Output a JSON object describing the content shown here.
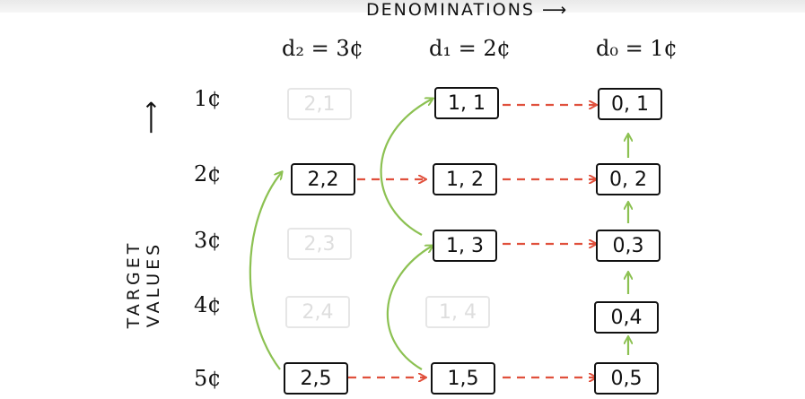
{
  "title": "DENOMINATIONS",
  "title_arrow": "⟶",
  "axis_label": "TARGET VALUES",
  "axis_arrow": "⟶",
  "columns": [
    {
      "label": "d₂ = 3¢"
    },
    {
      "label": "d₁ = 2¢"
    },
    {
      "label": "d₀ = 1¢"
    }
  ],
  "rows": [
    {
      "label": "1¢"
    },
    {
      "label": "2¢"
    },
    {
      "label": "3¢"
    },
    {
      "label": "4¢"
    },
    {
      "label": "5¢"
    }
  ],
  "cells": {
    "c2r1": "2,1",
    "c2r2": "2,2",
    "c2r3": "2,3",
    "c2r4": "2,4",
    "c2r5": "2,5",
    "c1r1": "1, 1",
    "c1r2": "1, 2",
    "c1r3": "1, 3",
    "c1r4": "1, 4",
    "c1r5": "1,5",
    "c0r1": "0, 1",
    "c0r2": "0, 2",
    "c0r3": "0,3",
    "c0r4": "0,4",
    "c0r5": "0,5"
  },
  "colors": {
    "red_arrow": "#e0503c",
    "green_arrow": "#8cc152",
    "faded": "#e0e0e0"
  }
}
